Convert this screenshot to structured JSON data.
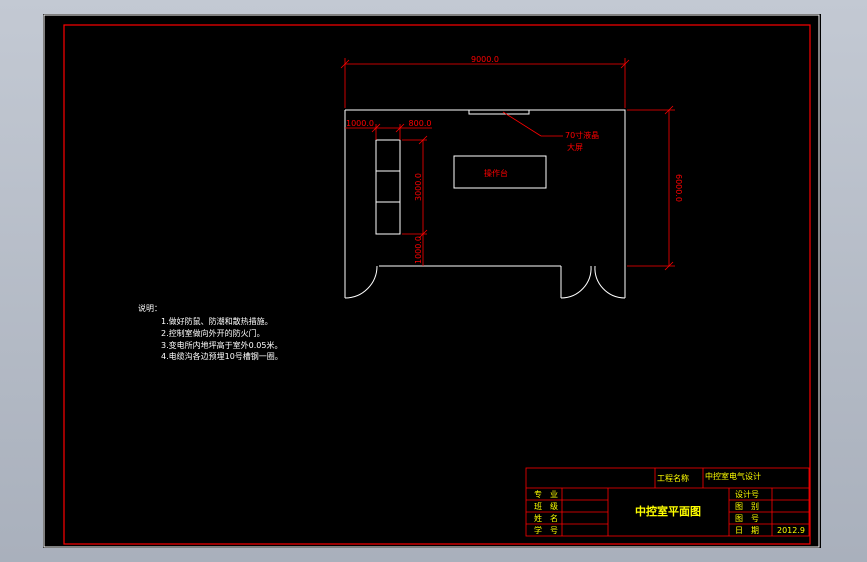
{
  "colors": {
    "background": "#000000",
    "outer_frame": "#ffffff",
    "border": "#ff0000",
    "walls": "#ffffff",
    "dimension": "#ff0000",
    "title_text": "#ffff00",
    "notes_text": "#ffffff"
  },
  "plan": {
    "dimensions": {
      "overall_width": "9000.0",
      "overall_height": "6000.0",
      "left_offset": "1000.0",
      "cabinet_gap": "800.0",
      "cabinet_run": "3000.0",
      "bottom_offset": "1000.0"
    },
    "labels": {
      "console": "操作台",
      "screen_line1": "70寸液晶",
      "screen_line2": "大屏"
    }
  },
  "notes": {
    "heading": "说明：",
    "items": [
      "1.做好防鼠、防潮和散热措施。",
      "2.控制室做向外开的防火门。",
      "3.变电所内地坪高于室外0.05米。",
      "4.电缆沟各边预埋10号槽钢一圈。"
    ]
  },
  "title_block": {
    "project_label": "工程名称",
    "project_name": "中控室电气设计",
    "drawing_title": "中控室平面图",
    "left_rows": [
      "专　业",
      "班　级",
      "姓　名",
      "学　号"
    ],
    "right_rows": [
      "设计号",
      "图　别",
      "图　号",
      "日　期"
    ],
    "date": "2012.9"
  }
}
